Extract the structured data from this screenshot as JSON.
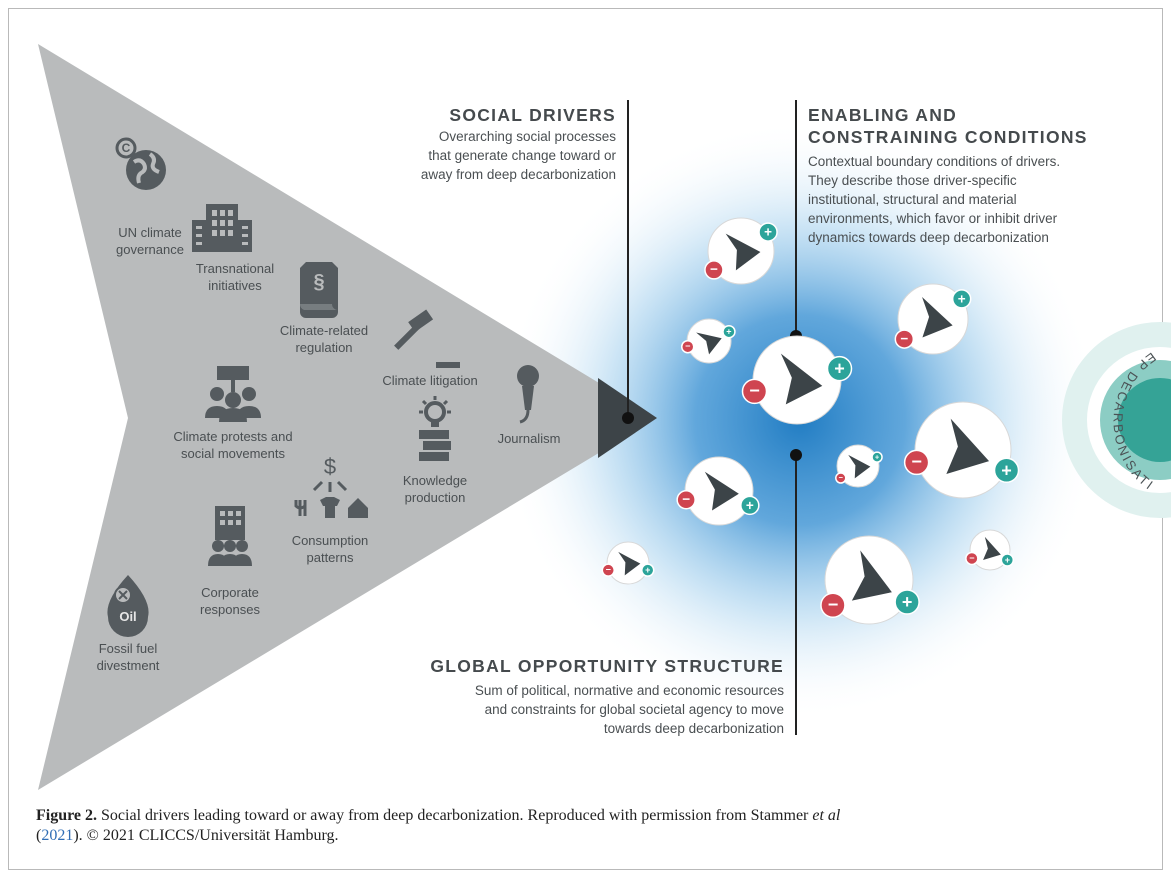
{
  "drivers": [
    {
      "id": "un",
      "label": "UN climate\ngovernance",
      "icon": "globe-copyright-icon"
    },
    {
      "id": "transnational",
      "label": "Transnational\ninitiatives",
      "icon": "buildings-icon"
    },
    {
      "id": "regulation",
      "label": "Climate-related\nregulation",
      "icon": "document-section-icon"
    },
    {
      "id": "litigation",
      "label": "Climate litigation",
      "icon": "gavel-icon"
    },
    {
      "id": "protests",
      "label": "Climate protests and\nsocial movements",
      "icon": "crowd-sign-icon"
    },
    {
      "id": "knowledge",
      "label": "Knowledge\nproduction",
      "icon": "lightbulb-books-icon"
    },
    {
      "id": "journalism",
      "label": "Journalism",
      "icon": "microphone-icon"
    },
    {
      "id": "consumption",
      "label": "Consumption\npatterns",
      "icon": "dollar-goods-icon"
    },
    {
      "id": "corporate",
      "label": "Corporate\nresponses",
      "icon": "office-people-icon"
    },
    {
      "id": "fossil",
      "label": "Fossil fuel\ndivestment",
      "icon": "oil-drop-icon"
    }
  ],
  "oil_text": "Oil",
  "social_drivers": {
    "title": "SOCIAL DRIVERS",
    "description": "Overarching social processes\nthat generate change toward or\naway from deep decarbonization"
  },
  "enabling": {
    "title": "ENABLING AND\nCONSTRAINING CONDITIONS",
    "description": "Contextual boundary conditions of drivers.\nThey describe those driver-specific\ninstitutional, structural and material\nenvironments, which favor or inhibit driver\ndynamics towards deep decarbonization"
  },
  "global": {
    "title": "GLOBAL OPPORTUNITY STRUCTURE",
    "description": "Sum of political, normative and economic resources\nand constraints for global societal agency to move\ntowards  deep decarbonization"
  },
  "target_label": "DEEP DECARBONISATION",
  "plus_sign": "+",
  "minus_sign": "−",
  "caption": {
    "label": "Figure 2.",
    "text_a": " Social drivers leading toward or away from deep decarbonization. Reproduced with permission from Stammer ",
    "et_al": "et al",
    "paren_open": "(",
    "year_link": "2021",
    "text_b": "). © 2021 CLICCS/Universität Hamburg."
  },
  "colors": {
    "triangle": "#b9bbbc",
    "icon": "#555b5f",
    "arrow": "#3c4448",
    "minus": "#cf4550",
    "plus": "#2ca49a",
    "glow_core": "#1a7fc4",
    "target_outer": "#dcefee",
    "target_mid": "#8fcfc7",
    "target_inner": "#35a396"
  }
}
